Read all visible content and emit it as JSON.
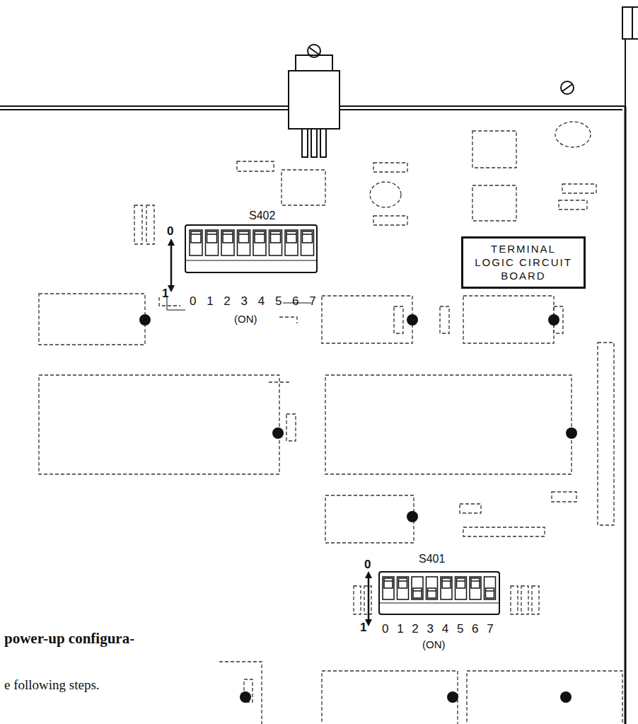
{
  "diagram": {
    "nodes": [
      {
        "text": [
          "TERMINAL LOGIC CIRCUIT BOARD"
        ]
      }
    ],
    "labels": [
      "S402",
      "0",
      "1",
      "0 1 2 3 4 5 6 7",
      "(ON)",
      "S401",
      "0",
      "1",
      "0 1 2 3 4 5 6 7",
      "(ON)",
      "power-up configura-",
      "e following steps."
    ]
  }
}
